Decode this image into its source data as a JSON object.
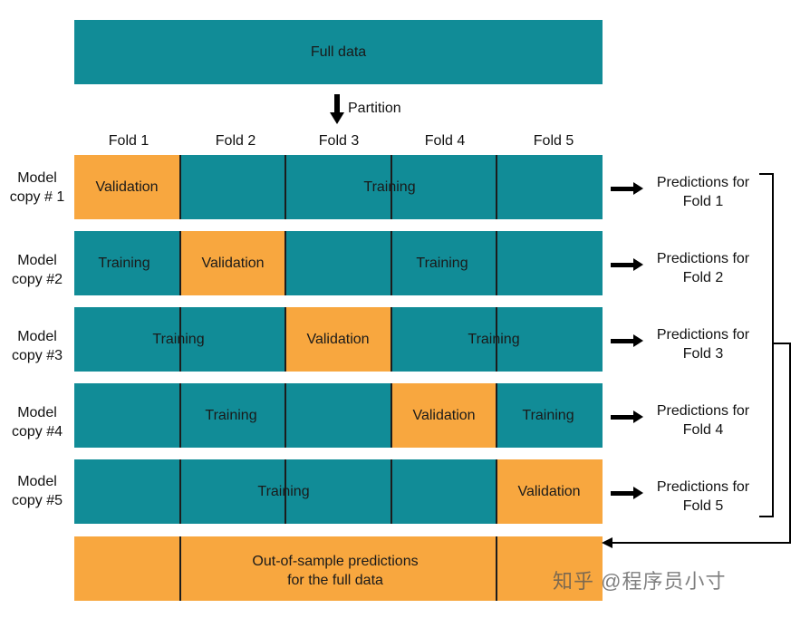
{
  "full_data_label": "Full data",
  "partition_label": "Partition",
  "folds": [
    "Fold 1",
    "Fold 2",
    "Fold 3",
    "Fold 4",
    "Fold 5"
  ],
  "rows": [
    {
      "model_label": [
        "Model",
        "copy # 1"
      ],
      "prediction": [
        "Predictions for",
        "Fold 1"
      ],
      "validation_label": "Validation",
      "training_label": "Training"
    },
    {
      "model_label": [
        "Model",
        "copy #2"
      ],
      "prediction": [
        "Predictions for",
        "Fold 2"
      ],
      "validation_label": "Validation",
      "training_label": "Training"
    },
    {
      "model_label": [
        "Model",
        "copy #3"
      ],
      "prediction": [
        "Predictions for",
        "Fold 3"
      ],
      "validation_label": "Validation",
      "training_label": "Training"
    },
    {
      "model_label": [
        "Model",
        "copy #4"
      ],
      "prediction": [
        "Predictions for",
        "Fold 4"
      ],
      "validation_label": "Validation",
      "training_label": "Training"
    },
    {
      "model_label": [
        "Model",
        "copy #5"
      ],
      "prediction": [
        "Predictions for",
        "Fold 5"
      ],
      "validation_label": "Validation",
      "training_label": "Training"
    }
  ],
  "oos_label": [
    "Out-of-sample predictions",
    "for the full data"
  ],
  "watermark": "知乎 @程序员小寸",
  "colors": {
    "teal": "#118c97",
    "orange": "#f8a73f"
  }
}
